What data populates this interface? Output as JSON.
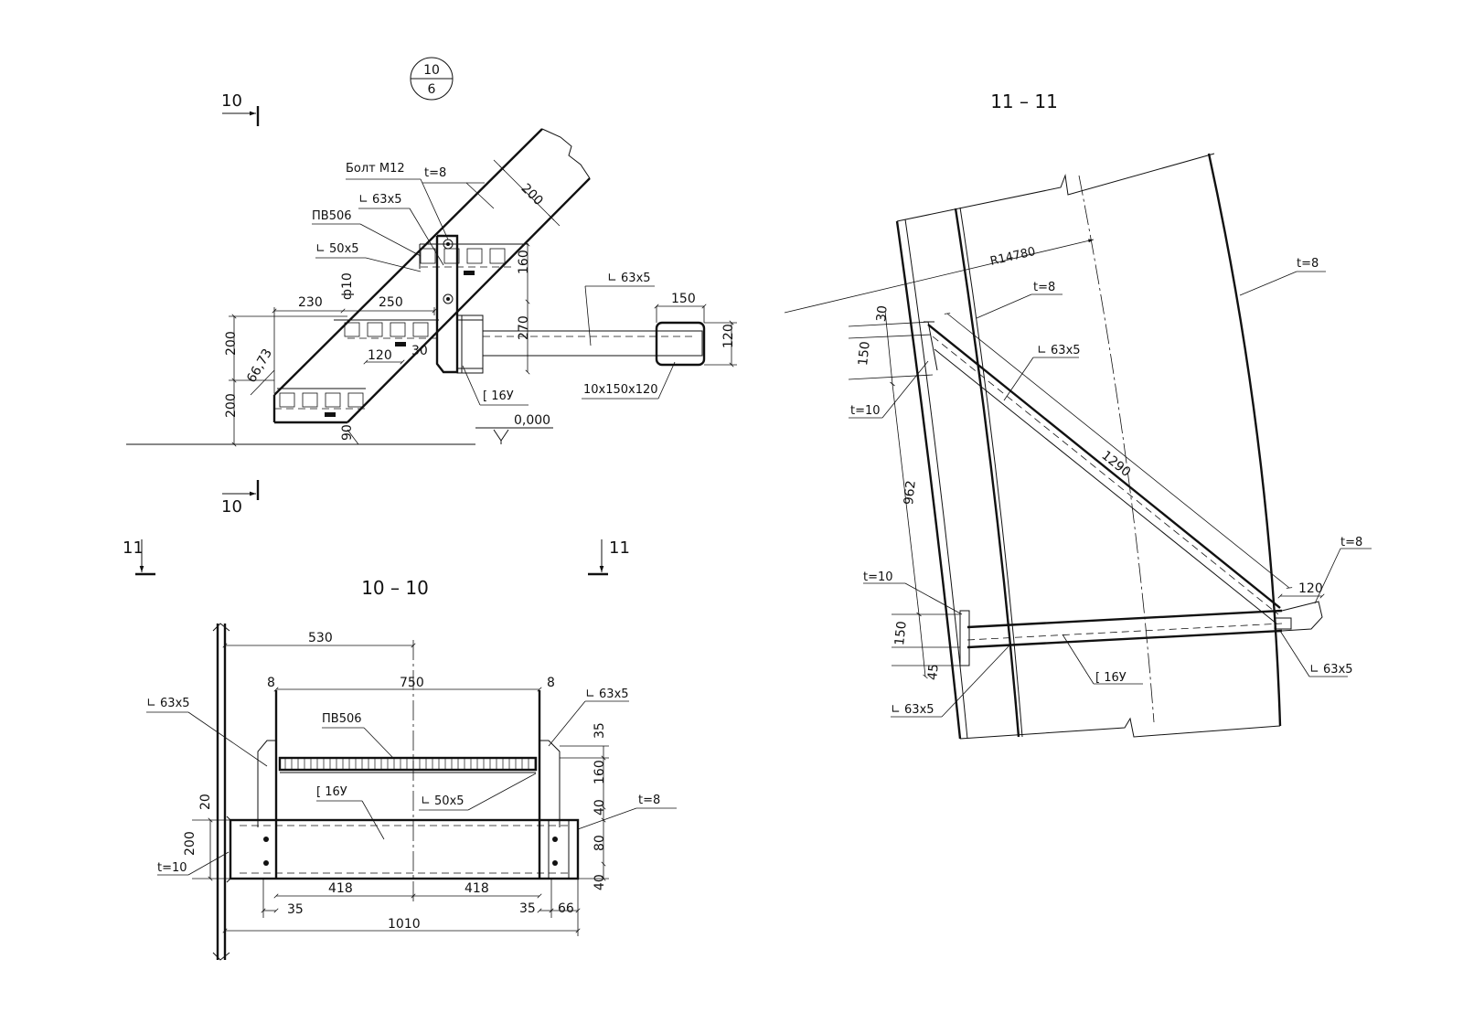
{
  "marker": {
    "top": "10",
    "bottom": "6"
  },
  "view_10": {
    "cut_top": "10",
    "cut_bottom": "10",
    "labels": {
      "bolt": "Болт М12",
      "plate_t": "t=8",
      "angle_63_top": "∟ 63x5",
      "grating": "ПВ506",
      "angle_50": "∟ 50x5",
      "angle_63_right": "∟ 63x5",
      "channel": "[ 16У",
      "cap_plate": "10x150x120",
      "level": "0,000",
      "dia": "ф10"
    },
    "dims": {
      "d200_diag": "200",
      "d160": "160",
      "d270": "270",
      "d150": "150",
      "d120_r": "120",
      "d230": "230",
      "d250": "250",
      "d200_a": "200",
      "d200_b": "200",
      "d66_73": "66,73",
      "d120": "120",
      "d30": "30",
      "d90": "90"
    }
  },
  "cut_11": {
    "left": "11",
    "right": "11"
  },
  "section_10_10": {
    "title": "10 – 10",
    "labels": {
      "angle_left": "∟ 63x5",
      "grating": "ПВ506",
      "channel": "[ 16У",
      "angle_50": "∟ 50x5",
      "angle_right": "∟ 63x5",
      "t8": "t=8",
      "t10": "t=10"
    },
    "dims": {
      "d530": "530",
      "d750": "750",
      "d8_l": "8",
      "d8_r": "8",
      "d35_top": "35",
      "d160": "160",
      "d40_a": "40",
      "d80": "80",
      "d40_b": "40",
      "d20": "20",
      "d200": "200",
      "d418_a": "418",
      "d418_b": "418",
      "d35_l": "35",
      "d35_r": "35",
      "d66": "66",
      "d1010": "1010"
    }
  },
  "section_11_11": {
    "title": "11 – 11",
    "labels": {
      "radius": "R14780",
      "t8_top": "t=8",
      "t8_mid": "t=8",
      "angle_diag": "∟ 63x5",
      "t10_top": "t=10",
      "t10_bot": "t=10",
      "t8_right": "t=8",
      "channel": "[ 16У",
      "angle_left": "∟ 63x5",
      "angle_right": "∟ 63x5"
    },
    "dims": {
      "d30": "30",
      "d150_a": "150",
      "d962": "962",
      "d1290": "1290",
      "d150_b": "150",
      "d45": "45",
      "d120": "120"
    }
  }
}
